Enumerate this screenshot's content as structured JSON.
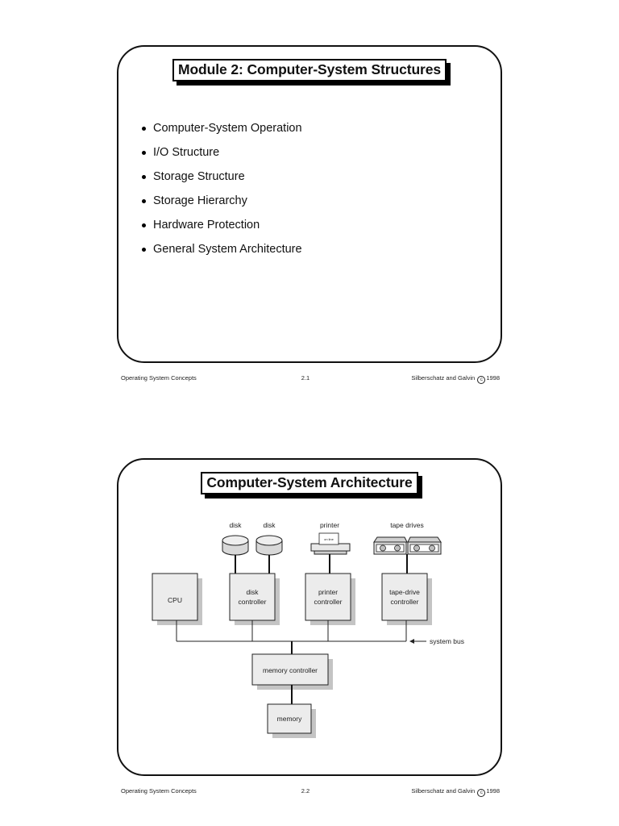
{
  "slides": [
    {
      "title": "Module 2: Computer-System Structures",
      "bullets": [
        "Computer-System Operation",
        "I/O Structure",
        "Storage Structure",
        "Storage Hierarchy",
        "Hardware Protection",
        "General System Architecture"
      ],
      "footer": {
        "left": "Operating System Concepts",
        "page": "2.1",
        "author": "Silberschatz and Galvin",
        "copyright_symbol": "c",
        "year": "1998"
      }
    },
    {
      "title": "Computer-System Architecture",
      "diagram": {
        "labels": {
          "disk1": "disk",
          "disk2": "disk",
          "printer": "printer",
          "tape_drives": "tape drives",
          "cpu": "CPU",
          "disk_controller_1": "disk",
          "disk_controller_2": "controller",
          "printer_controller_1": "printer",
          "printer_controller_2": "controller",
          "tape_controller_1": "tape-drive",
          "tape_controller_2": "controller",
          "system_bus": "system bus",
          "memory_controller": "memory controller",
          "memory": "memory",
          "printer_paper": "on line"
        }
      },
      "footer": {
        "left": "Operating System Concepts",
        "page": "2.2",
        "author": "Silberschatz and Galvin",
        "copyright_symbol": "c",
        "year": "1998"
      }
    }
  ]
}
